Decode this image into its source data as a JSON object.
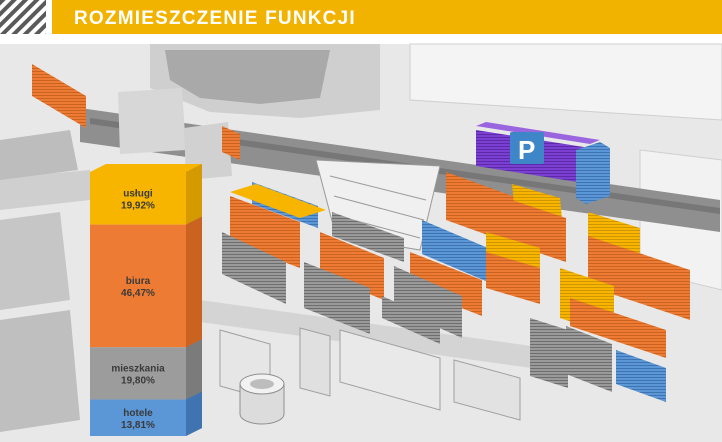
{
  "header": {
    "title": "ROZMIESZCZENIE FUNKCJI"
  },
  "colors": {
    "header_bar": "#F2B300",
    "uslugi": "#F7B500",
    "biura": "#EE7B33",
    "mieszkania": "#9C9C9C",
    "hotele": "#5B96D6",
    "parking": "#7B3FD1",
    "base_gray": "#8E8E8E",
    "ground": "#E3E3E3"
  },
  "chart_data": {
    "type": "bar",
    "categories": [
      "usługi",
      "biura",
      "mieszkania",
      "hotele"
    ],
    "values": [
      19.92,
      46.47,
      19.8,
      13.81
    ],
    "labels": [
      {
        "name": "usługi",
        "value": "19,92%"
      },
      {
        "name": "biura",
        "value": "46,47%"
      },
      {
        "name": "mieszkania",
        "value": "19,80%"
      },
      {
        "name": "hotele",
        "value": "13,81%"
      }
    ],
    "title": "",
    "stacked": true
  },
  "map": {
    "parking_label": "P"
  }
}
